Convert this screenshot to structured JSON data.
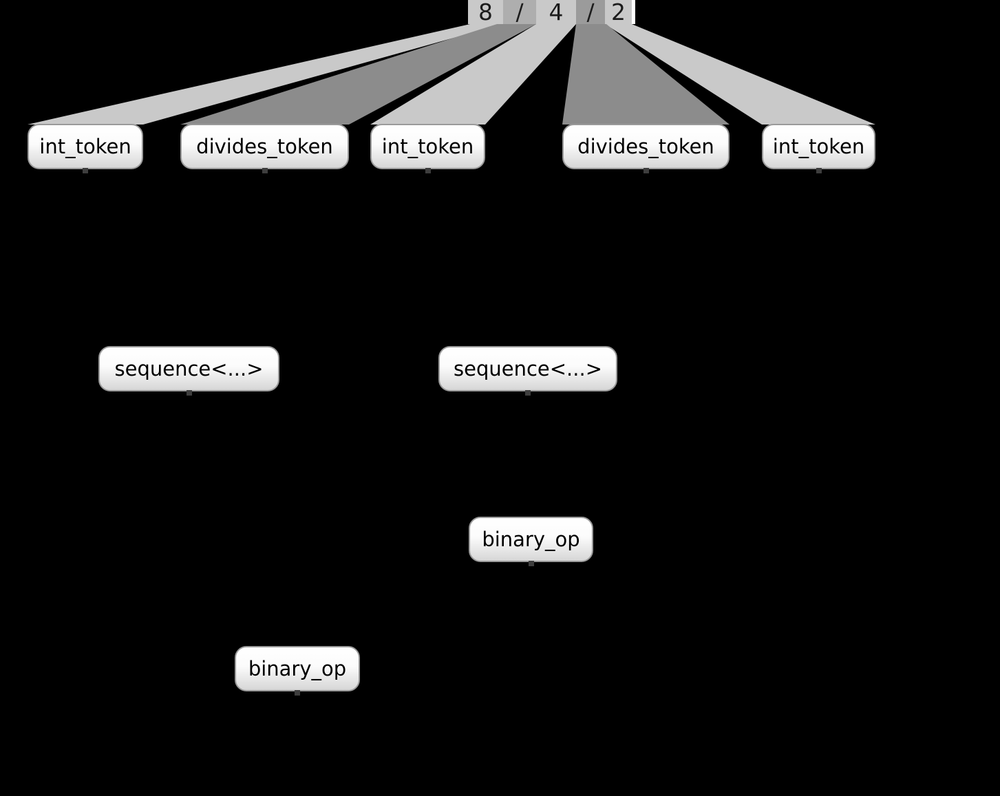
{
  "diagram": {
    "type": "parse-tree-visualization",
    "source": {
      "text": "8 / 4 / 2",
      "chars": [
        {
          "char": "8",
          "highlight": "#c9c9c9"
        },
        {
          "char": "/",
          "highlight": "#aeaeae"
        },
        {
          "char": "4",
          "highlight": "#c9c9c9"
        },
        {
          "char": "/",
          "highlight": "#9b9b9b"
        },
        {
          "char": "2",
          "highlight": "#c9c9c9"
        }
      ]
    },
    "nodes": [
      {
        "id": "int_token_1",
        "label": "int_token"
      },
      {
        "id": "divides_token_1",
        "label": "divides_token"
      },
      {
        "id": "int_token_2",
        "label": "int_token"
      },
      {
        "id": "divides_token_2",
        "label": "divides_token"
      },
      {
        "id": "int_token_3",
        "label": "int_token"
      },
      {
        "id": "sequence_1",
        "label": "sequence<...>"
      },
      {
        "id": "sequence_2",
        "label": "sequence<...>"
      },
      {
        "id": "binary_op_1",
        "label": "binary_op"
      },
      {
        "id": "binary_op_2",
        "label": "binary_op"
      }
    ],
    "colors": {
      "background": "#000000",
      "beam_light": "#c9c9c9",
      "beam_dark": "#8c8c8c",
      "node_border": "#9a9a9a",
      "node_fill_top": "#ffffff",
      "node_fill_bottom": "#d6d6d6",
      "caret": "#ffffff"
    }
  }
}
